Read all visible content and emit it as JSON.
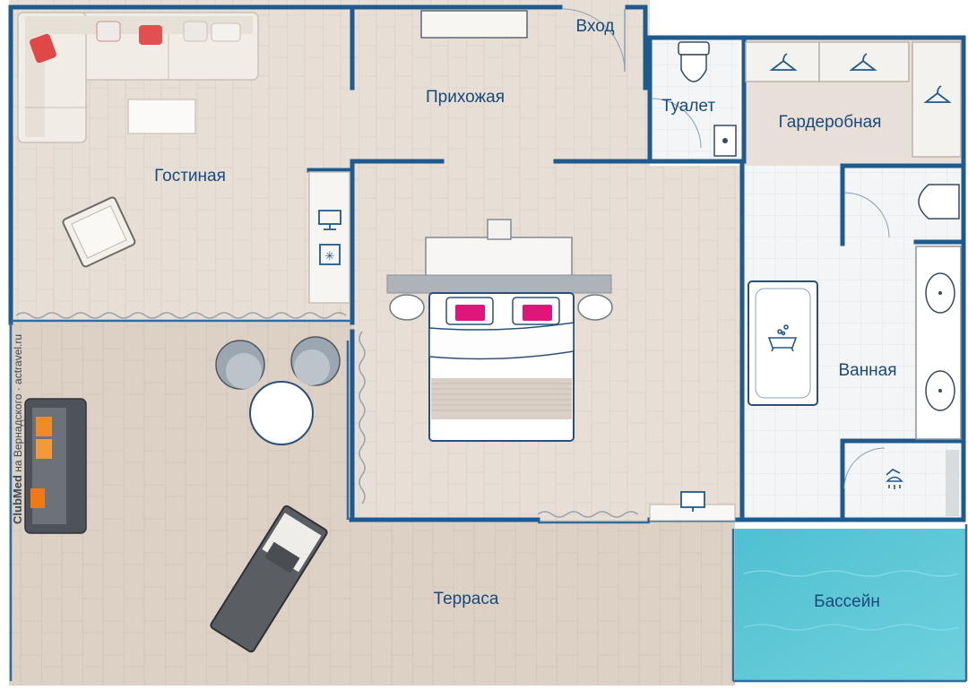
{
  "rooms": {
    "living_room": "Гостиная",
    "hallway": "Прихожая",
    "entrance": "Вход",
    "toilet": "Туалет",
    "wardrobe": "Гардеробная",
    "bathroom": "Ванная",
    "terrace": "Терраса",
    "pool": "Бассейн"
  },
  "credit": {
    "brand": "ClubMed",
    "text": "на Вернадского · actravel.ru"
  },
  "colors": {
    "wall": "#1f5a8e",
    "label": "#1a4a7a",
    "floor_wood": "#e6ddd4",
    "floor_terrace": "#ddd1c6",
    "floor_tile": "#f2f4f5",
    "pool_water": "#55c4d4",
    "pillow_accent": "#e0157a",
    "cushion_accent": "#f08c28"
  }
}
